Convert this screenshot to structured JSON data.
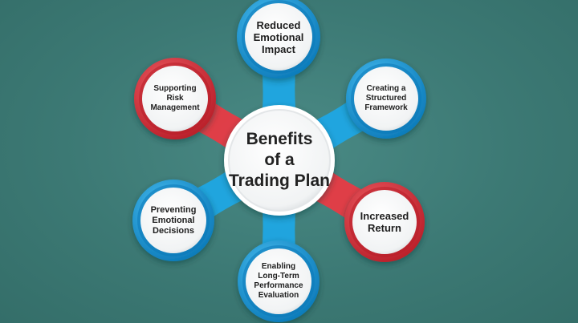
{
  "diagram": {
    "hub": {
      "lines": [
        "Benefits",
        "of a",
        "Trading Plan"
      ]
    },
    "nodes": [
      {
        "id": "reduced-emotional-impact",
        "lines": [
          "Reduced",
          "Emotional",
          "Impact"
        ],
        "color": "blue"
      },
      {
        "id": "creating-a-structured-framework",
        "lines": [
          "Creating a",
          "Structured",
          "Framework"
        ],
        "color": "blue"
      },
      {
        "id": "increased-return",
        "lines": [
          "Increased",
          "Return"
        ],
        "color": "red"
      },
      {
        "id": "enabling-long-term-performance-evaluation",
        "lines": [
          "Enabling",
          "Long-Term",
          "Performance",
          "Evaluation"
        ],
        "color": "blue"
      },
      {
        "id": "preventing-emotional-decisions",
        "lines": [
          "Preventing",
          "Emotional",
          "Decisions"
        ],
        "color": "blue"
      },
      {
        "id": "supporting-risk-management",
        "lines": [
          "Supporting",
          "Risk",
          "Management"
        ],
        "color": "red"
      }
    ]
  },
  "colors": {
    "background": "#3d7b76",
    "blue": "#1fa6e4",
    "blue_dark": "#0b79b8",
    "red": "#e83a44",
    "red_dark": "#b81e28",
    "circle_fill": "#ffffff"
  }
}
